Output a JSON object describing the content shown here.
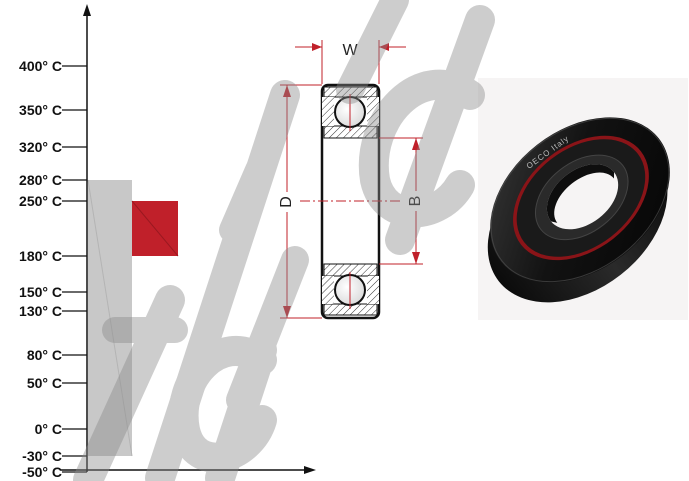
{
  "temperature_scale": {
    "ticks": [
      {
        "label": "400° C",
        "value": 400
      },
      {
        "label": "350° C",
        "value": 350
      },
      {
        "label": "320° C",
        "value": 320
      },
      {
        "label": "280° C",
        "value": 280
      },
      {
        "label": "250° C",
        "value": 250
      },
      {
        "label": "180° C",
        "value": 180
      },
      {
        "label": "150° C",
        "value": 150
      },
      {
        "label": "130° C",
        "value": 130
      },
      {
        "label": "80° C",
        "value": 80
      },
      {
        "label": "50° C",
        "value": 50
      },
      {
        "label": "0° C",
        "value": 0
      },
      {
        "label": "-30° C",
        "value": -30
      },
      {
        "label": "-50° C",
        "value": -50
      }
    ],
    "grey_range": {
      "from": -30,
      "to": 280
    },
    "red_range": {
      "from": 180,
      "to": 250
    }
  },
  "bearing_drawing": {
    "width_label": "W",
    "outer_diameter_label": "D",
    "bore_label": "B"
  },
  "photo": {
    "brand_text": "OECO Italy"
  },
  "colors": {
    "axis": "#111111",
    "grey_bar": "#c8c8c8",
    "red_block": "#c0202a",
    "dimension_line": "#c0202a",
    "watermark": "#8a8a8a",
    "seal_red": "#8a1418"
  }
}
